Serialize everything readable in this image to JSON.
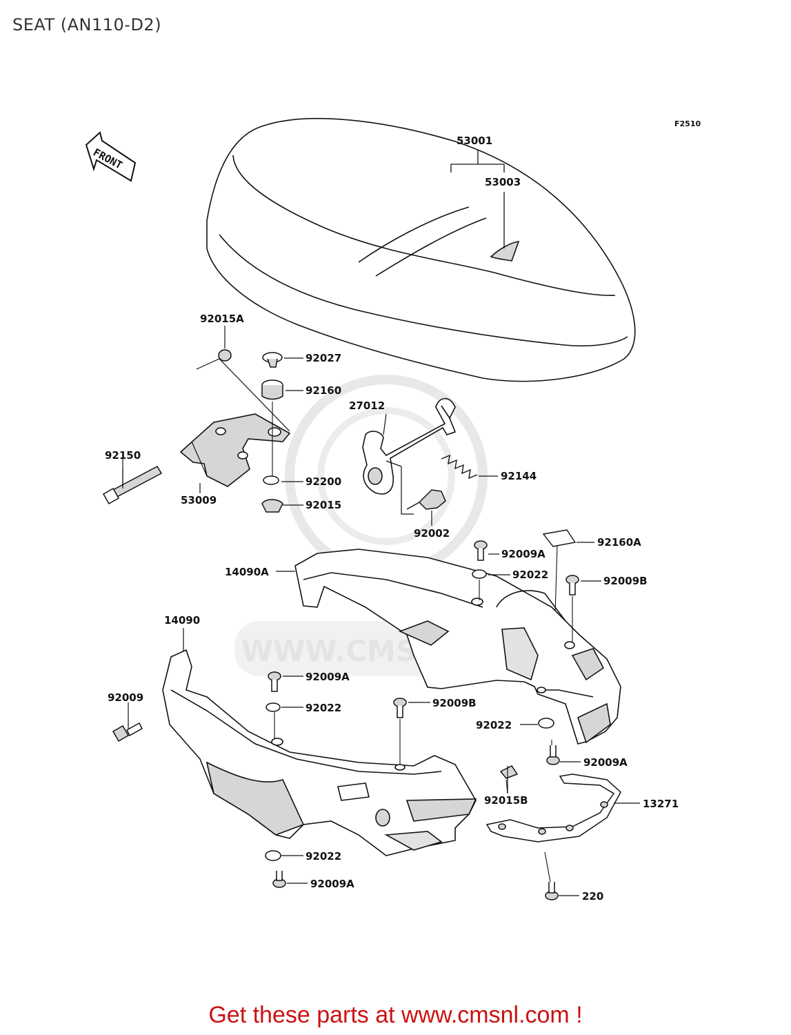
{
  "title": "SEAT (AN110-D2)",
  "figure_code": "F2510",
  "direction_marker": "FRONT",
  "watermark": "WWW.CMSNL.COM",
  "callouts": [
    "53001",
    "53003",
    "92015A",
    "92027",
    "92160",
    "27012",
    "92150",
    "53009",
    "92200",
    "92015",
    "92144",
    "92002",
    "92160A",
    "92009A",
    "14090A",
    "92022",
    "92009B",
    "14090",
    "92009A",
    "92009",
    "92022",
    "92009B",
    "92022",
    "92009A",
    "92015B",
    "13271",
    "92022",
    "92009A",
    "220"
  ],
  "footer": "Get these parts at www.cmsnl.com !",
  "colors": {
    "line": "#111111",
    "shading": "#d6d6d6",
    "watermark": "#e4e4e4",
    "footer": "#cc1111"
  }
}
